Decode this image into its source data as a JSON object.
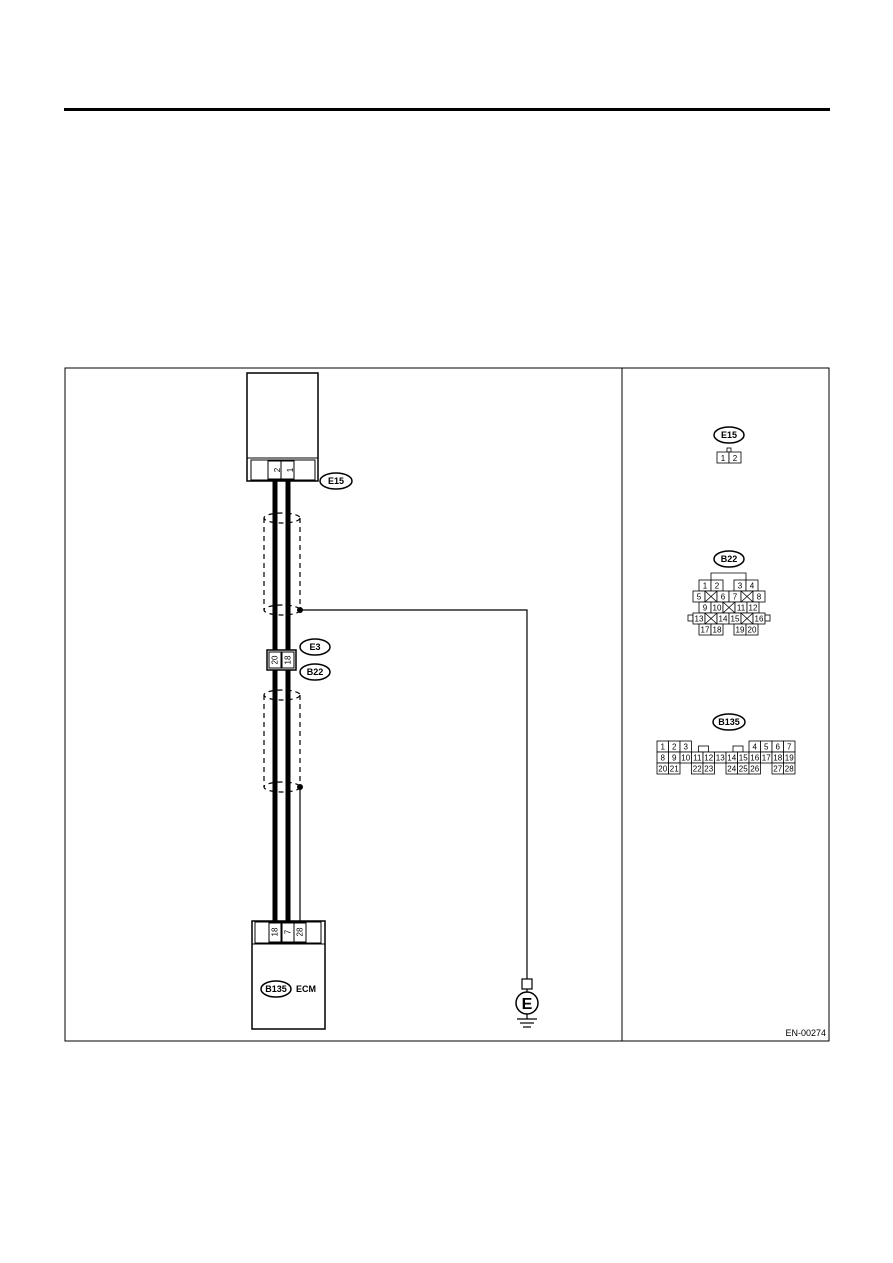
{
  "diagram": {
    "figure_ref": "EN-00274",
    "ground_symbol": "E",
    "top_component": {
      "connector": "E15",
      "pins": [
        "2",
        "1"
      ]
    },
    "joint_connector": {
      "upper": "E3",
      "lower": "B22",
      "pins": [
        "20",
        "18"
      ]
    },
    "ecm": {
      "connector": "B135",
      "label": "ECM",
      "pins": [
        "18",
        "7",
        "28"
      ]
    },
    "connector_views": {
      "e15": {
        "label": "E15",
        "pins": [
          "1",
          "2"
        ]
      },
      "b22": {
        "label": "B22",
        "row1": [
          "1",
          "2",
          "3",
          "4"
        ],
        "row2": [
          "5",
          "6",
          "7",
          "8"
        ],
        "row3": [
          "9",
          "10",
          "11",
          "12"
        ],
        "row4": [
          "13",
          "14",
          "15",
          "16"
        ],
        "row5": [
          "17",
          "18",
          "19",
          "20"
        ]
      },
      "b135": {
        "label": "B135",
        "row1": [
          "1",
          "2",
          "3",
          "4",
          "5",
          "6",
          "7"
        ],
        "row2": [
          "8",
          "9",
          "10",
          "11",
          "12",
          "13",
          "14",
          "15",
          "16",
          "17",
          "18",
          "19"
        ],
        "row3": [
          "20",
          "21",
          "22",
          "23",
          "24",
          "25",
          "26",
          "27",
          "28"
        ]
      }
    }
  }
}
